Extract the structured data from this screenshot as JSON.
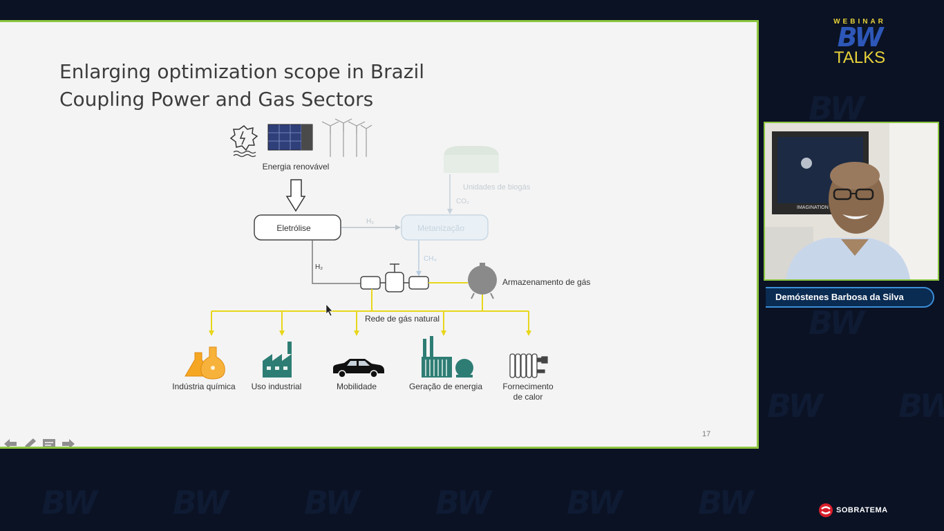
{
  "slide": {
    "title_line1": "Enlarging optimization scope in Brazil",
    "title_line2": "Coupling Power and Gas Sectors",
    "page_number": "17"
  },
  "diagram": {
    "renewable_label": "Energia renovável",
    "electrolysis_label": "Eletrólise",
    "biogas_units_label": "Unidades de biogás",
    "co2_label": "CO₂",
    "h2_top_label": "H₂",
    "methanation_label": "Metanização",
    "ch4_label": "CH₄",
    "h2_left_label": "H₂",
    "storage_label": "Armazenamento de gás",
    "grid_label": "Rede de gás natural",
    "consumers": [
      {
        "label": "Indústria química",
        "icon": "chemical-flask-icon"
      },
      {
        "label": "Uso industrial",
        "icon": "factory-icon"
      },
      {
        "label": "Mobilidade",
        "icon": "car-icon"
      },
      {
        "label": "Geração de energia",
        "icon": "power-plant-icon"
      },
      {
        "label": "Fornecimento",
        "label2": "de calor",
        "icon": "radiator-icon"
      }
    ],
    "colors": {
      "yellow_line": "#e8d61a",
      "gray_line": "#808080",
      "faded": "#b9c9d6",
      "teal_icon": "#2e7d74",
      "orange_icon": "#f0a020"
    }
  },
  "branding": {
    "webinar": "WEBINAR",
    "bw": "BW",
    "talks": "TALKS",
    "sponsor": "SOBRATEMA"
  },
  "speaker": {
    "name": "Demóstenes Barbosa da Silva",
    "poster_text": "IMAGINATION"
  },
  "controls": {
    "icons": [
      "previous-arrow-icon",
      "pen-icon",
      "notes-icon",
      "next-arrow-icon"
    ]
  }
}
